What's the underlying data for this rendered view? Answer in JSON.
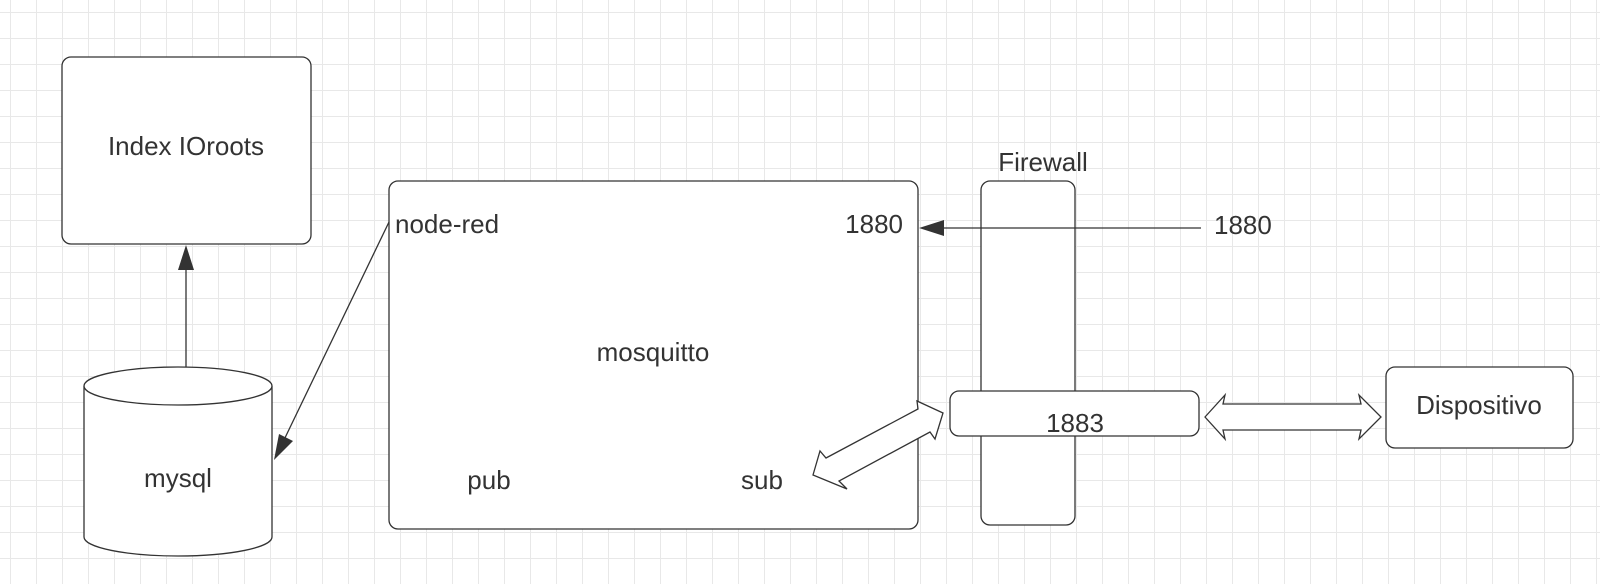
{
  "nodes": {
    "index": "Index IOroots",
    "mysql": "mysql",
    "node_red": "node-red",
    "port_1880_inner": "1880",
    "mosquitto": "mosquitto",
    "pub": "pub",
    "sub": "sub",
    "firewall": "Firewall",
    "port_1880_outer": "1880",
    "port_1883": "1883",
    "dispositivo": "Dispositivo"
  }
}
